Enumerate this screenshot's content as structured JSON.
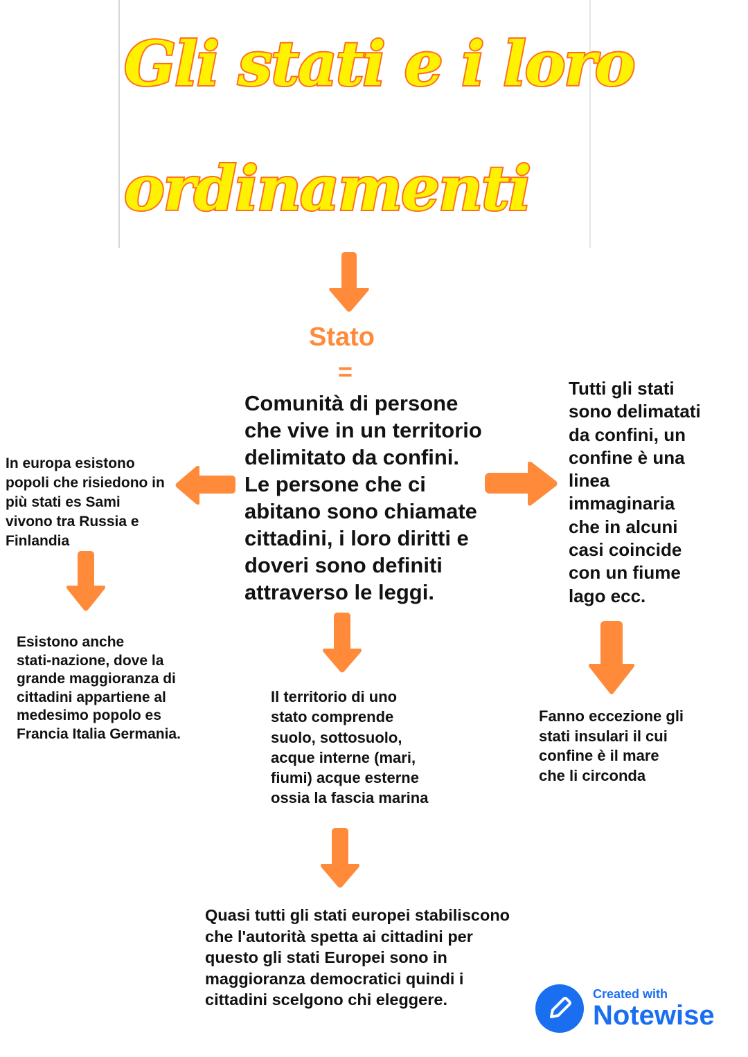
{
  "title": {
    "line1": "Gli stati e i loro",
    "line2": "ordinamenti"
  },
  "colors": {
    "arrow": "#ff8a3a",
    "title_fill": "#fff200",
    "title_stroke": "#ff6a1a",
    "brand": "#1a6ff0"
  },
  "center": {
    "heading": "Stato",
    "equals": "=",
    "definition": "Comunità di persone\nche vive in un territorio\ndelimitato da confini.\nLe persone che ci\nabitano sono chiamate\ncittadini, i loro diritti e\ndoveri sono definiti\nattraverso le leggi."
  },
  "left": {
    "note1": "In europa esistono\npopoli che risiedono in\npiù stati es Sami\nvivono tra Russia e\nFinlandia",
    "note2": "Esistono anche\nstati-nazione, dove la\ngrande maggioranza di\ncittadini appartiene al\nmedesimo popolo es\nFrancia Italia Germania."
  },
  "right": {
    "note1": "Tutti gli stati\nsono delimatati\nda confini, un\nconfine è una\nlinea\nimmaginaria\nche in alcuni\ncasi coincide\ncon un fiume\nlago ecc.",
    "note2": "Fanno eccezione gli\nstati insulari il cui\nconfine è il mare\nche li circonda"
  },
  "middle": {
    "note": "Il territorio di uno\nstato comprende\nsuolo, sottosuolo,\nacque interne (mari,\nfiumi) acque esterne\nossia la fascia marina"
  },
  "bottom": {
    "note": " Quasi tutti gli stati europei stabiliscono\nche l'autorità spetta ai cittadini per\nquesto gli stati Europei sono in\nmaggioranza democratici quindi i\ncittadini scelgono chi eleggere."
  },
  "brand": {
    "small": "Created with",
    "big": "Notewise",
    "icon": "pencil-icon"
  }
}
